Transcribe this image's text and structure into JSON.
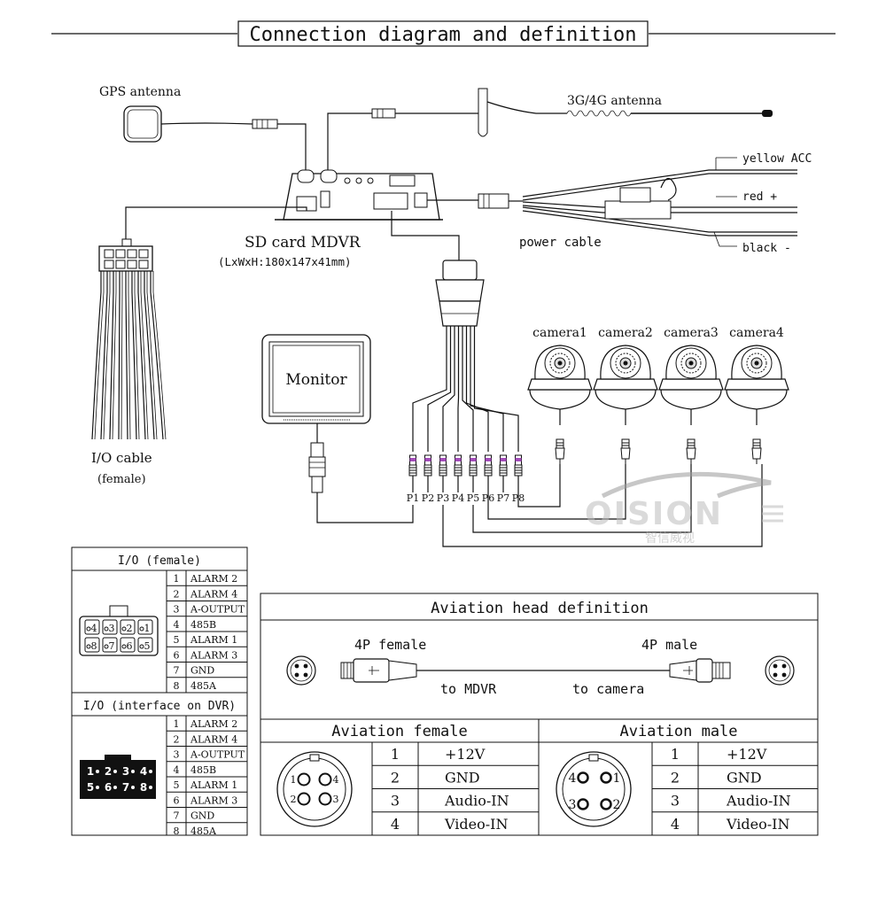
{
  "title": "Connection diagram and definition",
  "labels": {
    "gps_antenna": "GPS antenna",
    "g4_antenna": "3G/4G antenna",
    "yellow_acc": "yellow ACC",
    "red_plus": "red +",
    "black_minus": "black -",
    "power_cable": "power cable",
    "sd_card_mdvr": "SD card MDVR",
    "dimensions": "(LxWxH:180x147x41mm)",
    "io_cable": "I/O cable",
    "io_cable_female": "(female)",
    "monitor": "Monitor",
    "cameras": [
      "camera1",
      "camera2",
      "camera3",
      "camera4"
    ],
    "ports": [
      "P1",
      "P2",
      "P3",
      "P4",
      "P5",
      "P6",
      "P7",
      "P8"
    ],
    "watermark_brand": "OISION",
    "watermark_cn": "智信威视"
  },
  "io_female": {
    "header": "I/O (female)",
    "rows": [
      {
        "n": "1",
        "name": "ALARM 2"
      },
      {
        "n": "2",
        "name": "ALARM 4"
      },
      {
        "n": "3",
        "name": "A-OUTPUT"
      },
      {
        "n": "4",
        "name": "485B"
      },
      {
        "n": "5",
        "name": "ALARM 1"
      },
      {
        "n": "6",
        "name": "ALARM 3"
      },
      {
        "n": "7",
        "name": "GND"
      },
      {
        "n": "8",
        "name": "485A"
      }
    ],
    "pins_top": [
      "4",
      "3",
      "2",
      "1"
    ],
    "pins_bottom": [
      "8",
      "7",
      "6",
      "5"
    ]
  },
  "io_dvr": {
    "header": "I/O (interface on DVR)",
    "rows": [
      {
        "n": "1",
        "name": "ALARM 2"
      },
      {
        "n": "2",
        "name": "ALARM 4"
      },
      {
        "n": "3",
        "name": "A-OUTPUT"
      },
      {
        "n": "4",
        "name": "485B"
      },
      {
        "n": "5",
        "name": "ALARM 1"
      },
      {
        "n": "6",
        "name": "ALARM 3"
      },
      {
        "n": "7",
        "name": "GND"
      },
      {
        "n": "8",
        "name": "485A"
      }
    ],
    "pins_top": [
      "1",
      "2",
      "3",
      "4"
    ],
    "pins_bottom": [
      "5",
      "6",
      "7",
      "8"
    ]
  },
  "aviation": {
    "header": "Aviation head definition",
    "female_4p": "4P female",
    "male_4p": "4P male",
    "to_mdvr": "to MDVR",
    "to_camera": "to camera",
    "female_title": "Aviation female",
    "male_title": "Aviation male",
    "female_pins": [
      "1",
      "2",
      "3",
      "4"
    ],
    "male_pins": [
      "4",
      "1",
      "3",
      "2"
    ],
    "rows": [
      {
        "n": "1",
        "name": "+12V"
      },
      {
        "n": "2",
        "name": "GND"
      },
      {
        "n": "3",
        "name": "Audio-IN"
      },
      {
        "n": "4",
        "name": "Video-IN"
      }
    ]
  }
}
